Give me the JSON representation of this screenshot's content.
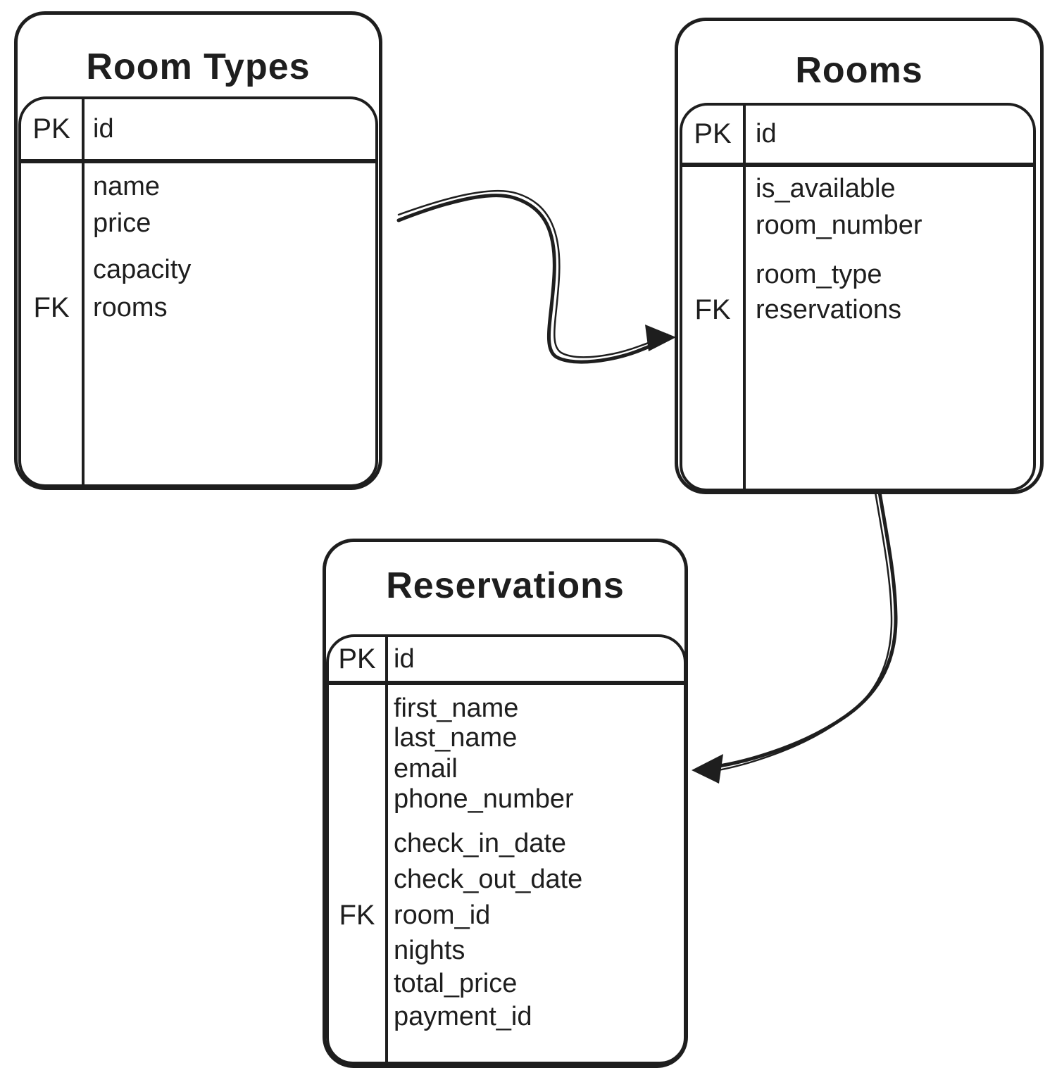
{
  "canvas": {
    "background": "#ffffff",
    "ink": "#1e1e1e"
  },
  "tables": [
    {
      "title": "Room Types",
      "header": {
        "key": "PK",
        "field": "id"
      },
      "fields": [
        {
          "key": "",
          "name": "name"
        },
        {
          "key": "",
          "name": "price"
        },
        {
          "key": "",
          "name": "capacity"
        },
        {
          "key": "FK",
          "name": "rooms"
        }
      ]
    },
    {
      "title": "Rooms",
      "header": {
        "key": "PK",
        "field": "id"
      },
      "fields": [
        {
          "key": "",
          "name": "is_available"
        },
        {
          "key": "",
          "name": "room_number"
        },
        {
          "key": "",
          "name": "room_type"
        },
        {
          "key": "FK",
          "name": "reservations"
        }
      ]
    },
    {
      "title": "Reservations",
      "header": {
        "key": "PK",
        "field": "id"
      },
      "fields": [
        {
          "key": "",
          "name": "first_name"
        },
        {
          "key": "",
          "name": "last_name"
        },
        {
          "key": "",
          "name": "email"
        },
        {
          "key": "",
          "name": "phone_number"
        },
        {
          "key": "",
          "name": "check_in_date"
        },
        {
          "key": "",
          "name": "check_out_date"
        },
        {
          "key": "FK",
          "name": "room_id"
        },
        {
          "key": "",
          "name": "nights"
        },
        {
          "key": "",
          "name": "total_price"
        },
        {
          "key": "",
          "name": "payment_id"
        }
      ]
    }
  ],
  "relationships": [
    {
      "from": "Room Types",
      "to": "Rooms"
    },
    {
      "from": "Rooms",
      "to": "Reservations"
    }
  ]
}
